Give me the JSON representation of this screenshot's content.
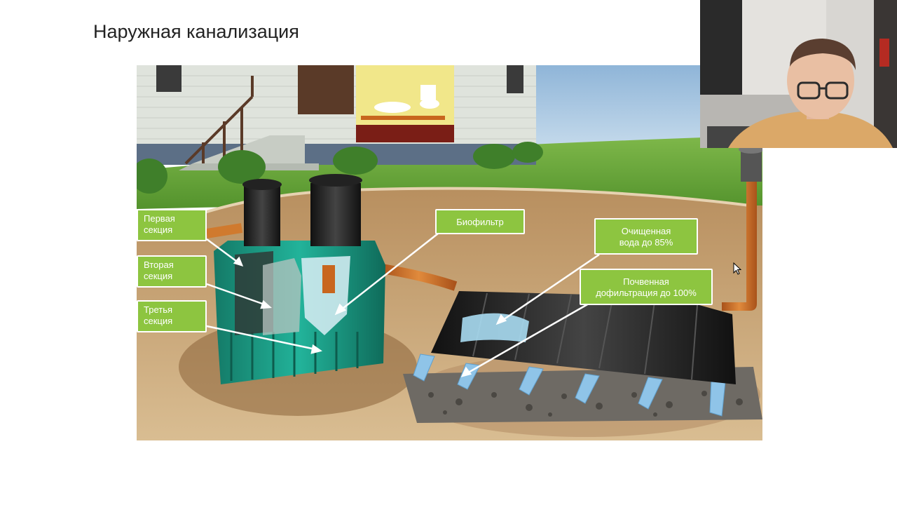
{
  "slide": {
    "title": "Наружная канализация"
  },
  "diagram": {
    "labels": {
      "first_section": "Первая\nсекция",
      "second_section": "Вторая\nсекция",
      "third_section": "Третья\nсекция",
      "biofilter": "Биофильтр",
      "purified_water": "Очищенная\nвода до 85%",
      "soil_filtration": "Почвенная\nдофильтрация до 100%"
    },
    "colors": {
      "label_bg": "#8dc540",
      "tank": "#1fa08a",
      "pipe": "#c8661e",
      "grass": "#69a83a",
      "soil": "#c9a77c"
    }
  },
  "webcam": {
    "icon": "presenter-video"
  }
}
